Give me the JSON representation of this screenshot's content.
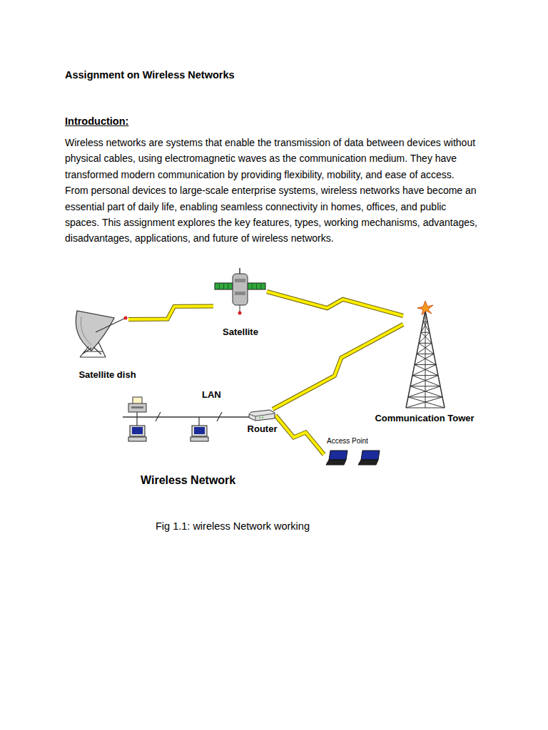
{
  "diagram": {
    "title": "Assignment on Wireless Networks",
    "caption": "Fig 1.1: wireless Network working",
    "nodes": [
      {
        "text": [
          "Satellite"
        ]
      },
      {
        "text": [
          "Satellite dish"
        ]
      },
      {
        "text": [
          "Communication Tower"
        ]
      },
      {
        "text": [
          "Router"
        ]
      },
      {
        "text": [
          "Access Point"
        ]
      }
    ],
    "edges": [
      {
        "from": 1,
        "to": 0,
        "arrow": "none"
      },
      {
        "from": 0,
        "to": 2,
        "arrow": "none"
      },
      {
        "from": 2,
        "to": 3,
        "arrow": "none"
      },
      {
        "from": 3,
        "to": 4,
        "arrow": "none"
      }
    ],
    "labels": [
      "Introduction:",
      "Wireless networks are systems that enable the transmission of data between devices without physical cables, using electromagnetic waves as the communication medium. They have transformed modern communication by providing flexibility, mobility, and ease of access. From personal devices to large-scale enterprise systems, wireless networks have become an essential part of daily life, enabling seamless connectivity in homes, offices, and public spaces. This assignment explores the key features, types, working mechanisms, advantages, disadvantages, applications, and future of wireless networks.",
      "LAN",
      "Wireless Network"
    ]
  }
}
